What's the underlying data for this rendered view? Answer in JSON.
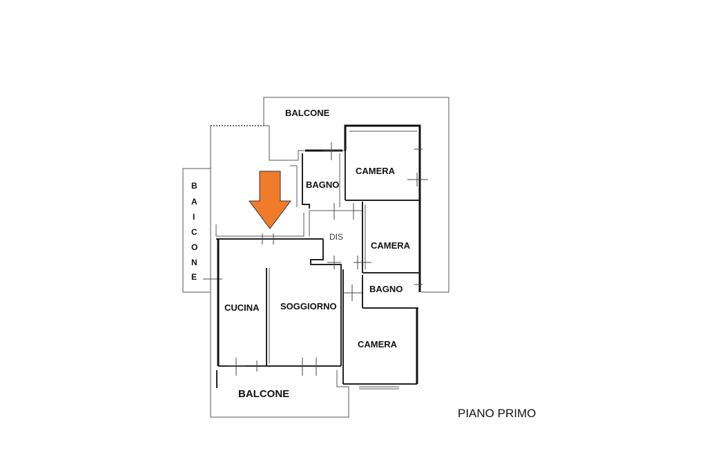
{
  "plan": {
    "title": "PIANO PRIMO",
    "arrow_color": "#F07B2A",
    "rooms": {
      "balcone_top": "BALCONE",
      "balcone_bottom": "BALCONE",
      "balcone_side": [
        "B",
        "A",
        "I",
        "C",
        "O",
        "N",
        "E"
      ],
      "bagno_1": "BAGNO",
      "camera_1": "CAMERA",
      "dis": "DIS",
      "camera_2": "CAMERA",
      "bagno_2": "BAGNO",
      "cucina": "CUCINA",
      "soggiorno": "SOGGIORNO",
      "camera_3": "CAMERA"
    }
  }
}
